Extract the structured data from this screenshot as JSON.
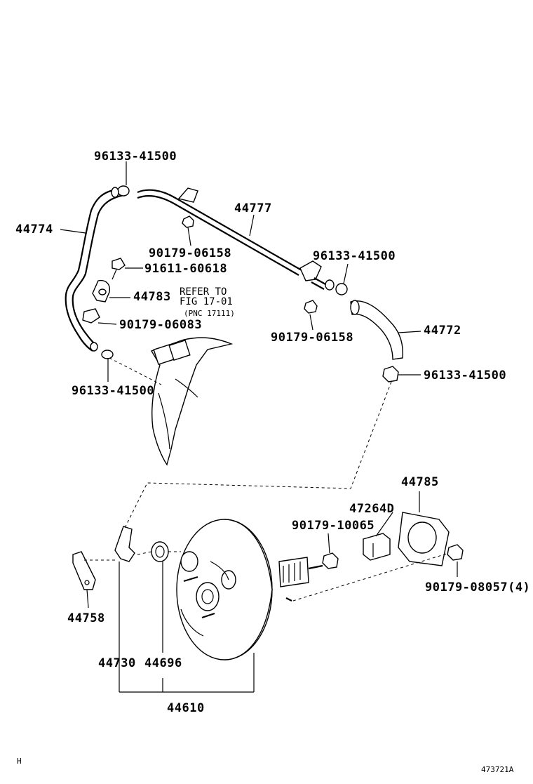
{
  "labels": {
    "clamp_top": "96133-41500",
    "hose_44774": "44774",
    "tube_44777": "44777",
    "nut_upper": "90179-06158",
    "bolt_91611": "91611-60618",
    "clamp_right": "96133-41500",
    "part_44783": "44783",
    "refer_line1": "REFER TO",
    "refer_line2": "FIG 17-01",
    "refer_line3": "(PNC 17111)",
    "nut_06083": "90179-06083",
    "nut_right": "90179-06158",
    "hose_44772": "44772",
    "clamp_left_bottom": "96133-41500",
    "clamp_right_bottom": "96133-41500",
    "gasket_44785": "44785",
    "bracket_47264d": "47264D",
    "nut_10065": "90179-10065",
    "nut_08057": "90179-08057(4)",
    "plate_44758": "44758",
    "valve_44730": "44730",
    "grommet_44696": "44696",
    "booster_44610": "44610",
    "corner_left": "H",
    "figure_code": "473721A"
  }
}
